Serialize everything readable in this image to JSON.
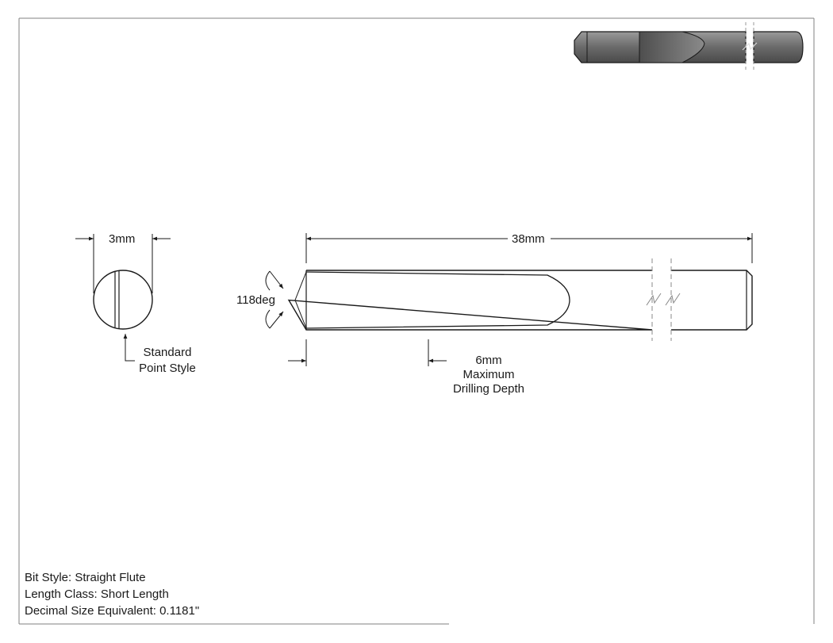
{
  "dimensions": {
    "diameter": "3mm",
    "overall_length": "38mm",
    "point_angle": "118deg",
    "drilling_depth_value": "6mm",
    "drilling_depth_line1": "Maximum",
    "drilling_depth_line2": "Drilling Depth"
  },
  "callouts": {
    "point_style_line1": "Standard",
    "point_style_line2": "Point Style"
  },
  "specs": {
    "bit_style": "Bit Style: Straight Flute",
    "length_class": "Length Class: Short Length",
    "decimal_size": "Decimal Size Equivalent: 0.1181\""
  },
  "colors": {
    "line": "#1a1a1a",
    "rod_fill": "#6e6e6e",
    "flute_fill": "#555555"
  }
}
